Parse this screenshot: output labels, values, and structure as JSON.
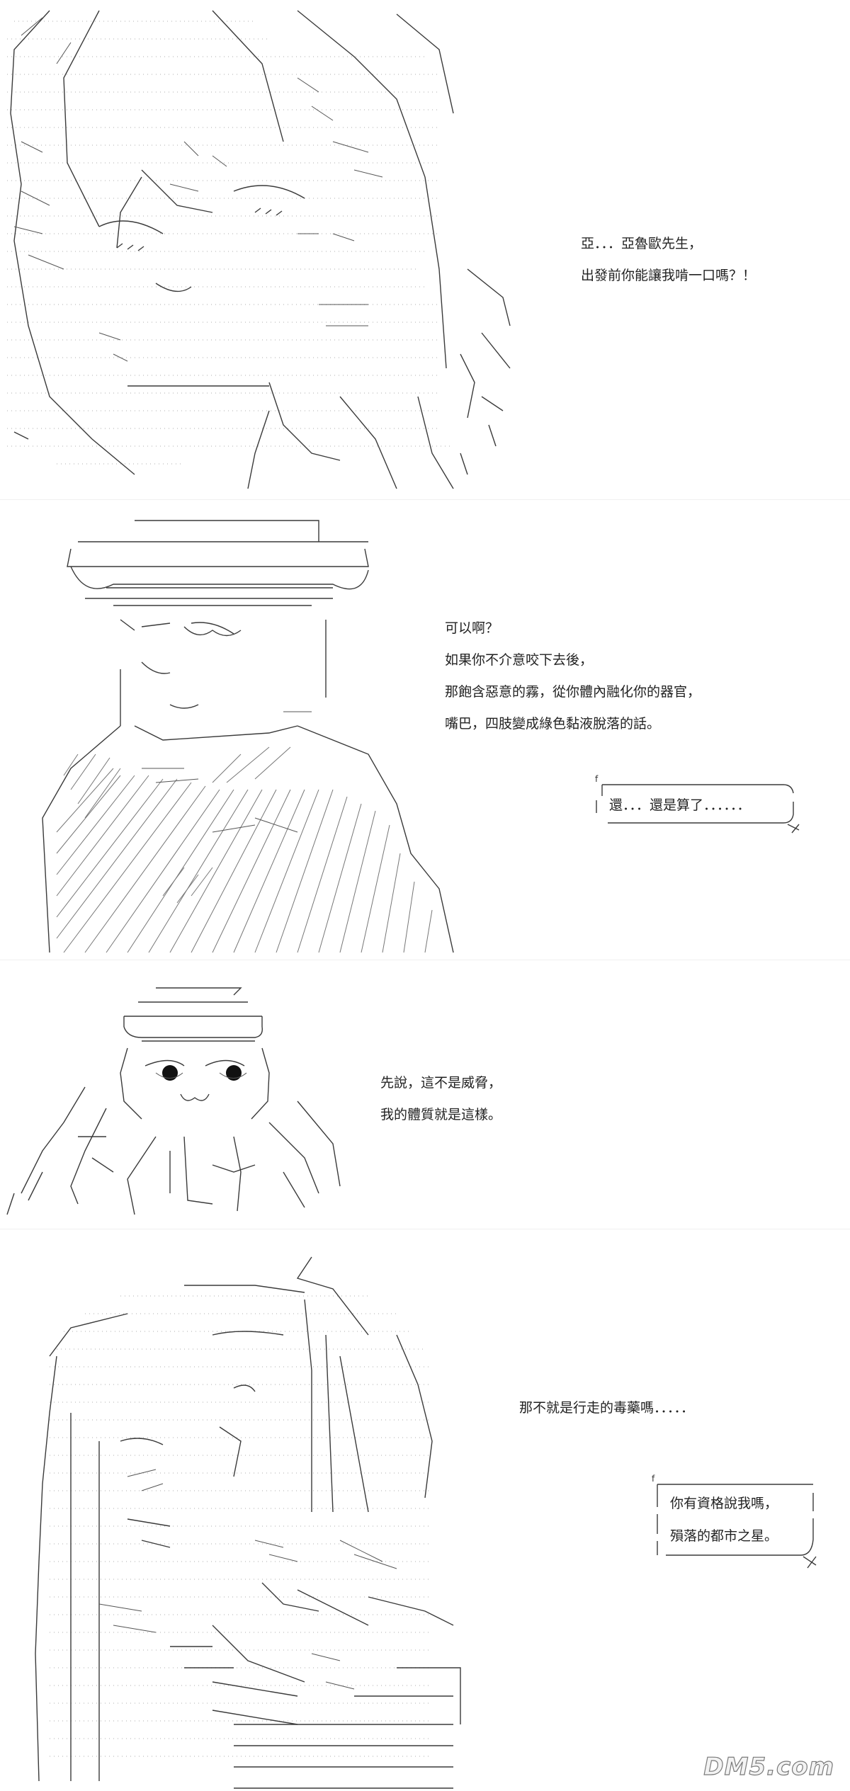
{
  "panels": [
    {
      "lines": [
        "亞．．．亞魯歐先生，",
        "出發前你能讓我啃一口嗎？！"
      ],
      "bubble": []
    },
    {
      "lines": [
        "可以啊？",
        "如果你不介意咬下去後，",
        "那飽含惡意的霧，從你體內融化你的器官，",
        "嘴巴，四肢變成綠色黏液脫落的話。"
      ],
      "bubble": [
        "還．．．還是算了．．．．．．"
      ]
    },
    {
      "lines": [
        "先說，這不是威脅，",
        "我的體質就是這樣。"
      ],
      "bubble": []
    },
    {
      "lines": [
        "那不就是行走的毒藥嗎．．．．．"
      ],
      "bubble": [
        "你有資格說我嗎，",
        "殞落的都市之星。"
      ]
    }
  ],
  "watermark": "DM5.com"
}
